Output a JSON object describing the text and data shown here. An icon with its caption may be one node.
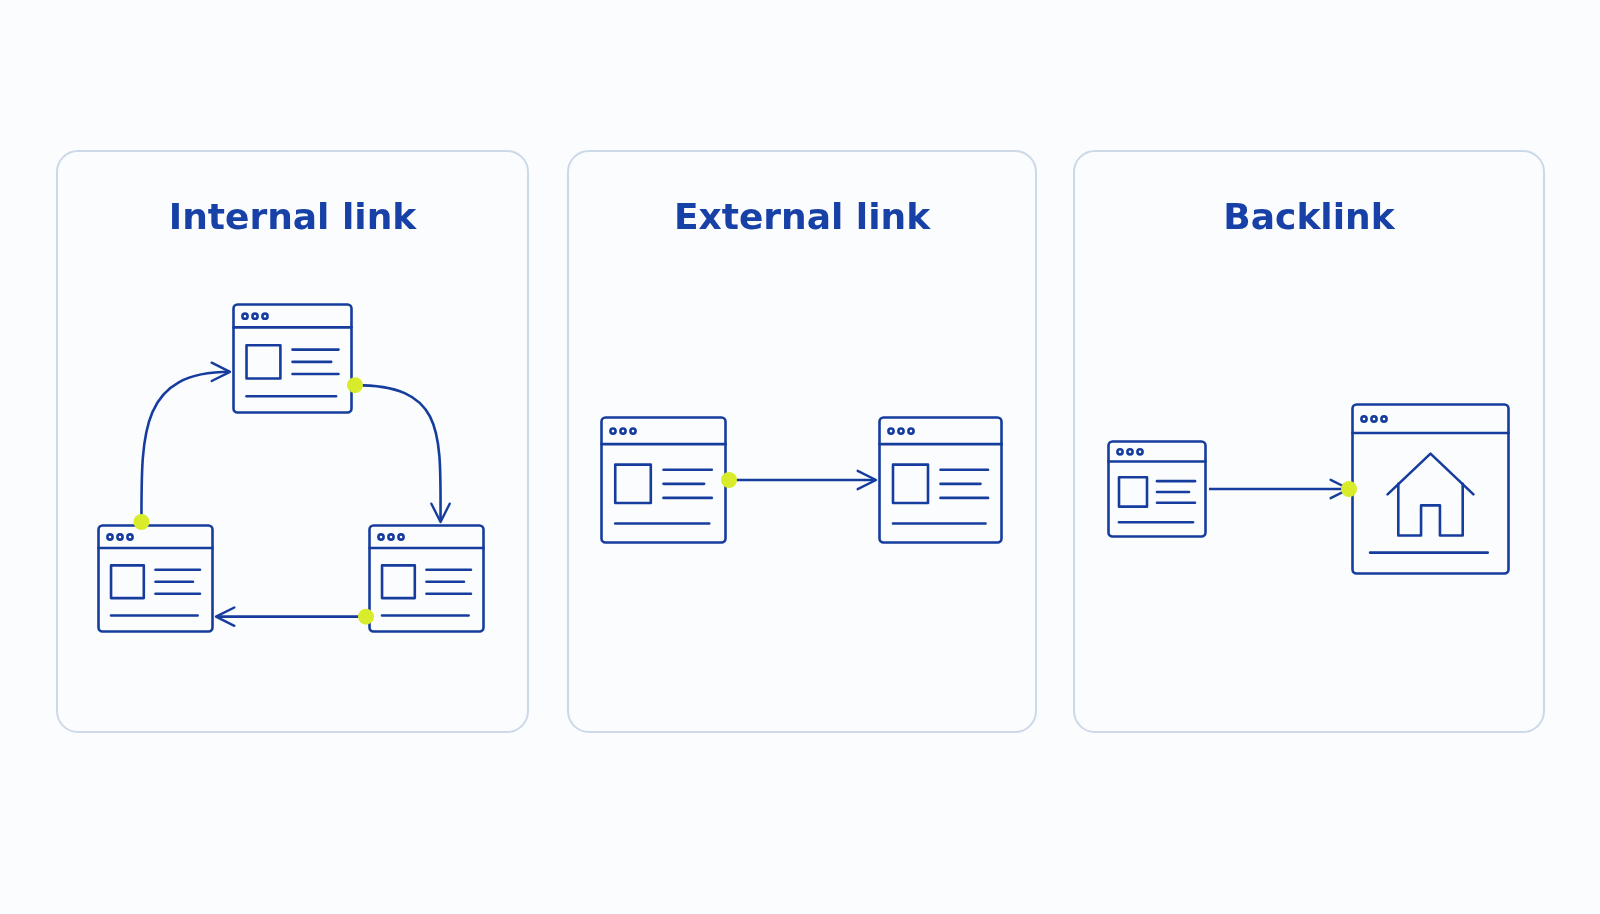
{
  "diagram": {
    "nodes": [
      {
        "text": [
          "Internal link"
        ]
      },
      {
        "text": [],
        "shape": "window",
        "in": 0
      },
      {
        "text": [],
        "shape": "window",
        "in": 0
      },
      {
        "text": [],
        "shape": "window",
        "in": 0
      },
      {
        "text": [
          "External link"
        ]
      },
      {
        "text": [],
        "shape": "window",
        "in": 4
      },
      {
        "text": [],
        "shape": "window",
        "in": 4
      },
      {
        "text": [
          "Backlink"
        ]
      },
      {
        "text": [],
        "shape": "window",
        "in": 7
      },
      {
        "text": [],
        "shape": "window",
        "in": 7
      }
    ],
    "edges": [
      {
        "from": 2,
        "to": 1,
        "arrow": "to"
      },
      {
        "from": 1,
        "to": 3,
        "arrow": "to"
      },
      {
        "from": 3,
        "to": 2,
        "arrow": "to"
      },
      {
        "from": 5,
        "to": 6,
        "arrow": "to"
      },
      {
        "from": 8,
        "to": 9,
        "arrow": "to"
      }
    ]
  }
}
